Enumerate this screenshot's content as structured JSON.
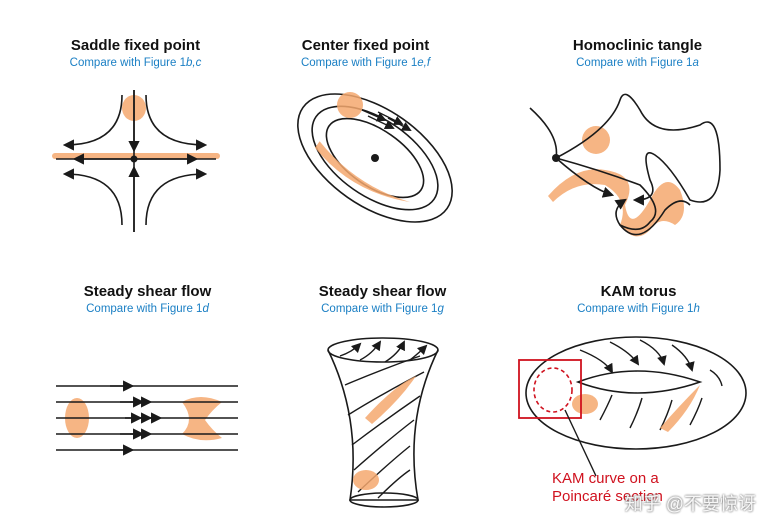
{
  "panels": [
    {
      "title": "Saddle fixed point",
      "compare_prefix": "Compare with Figure 1",
      "compare_ref": "b,c"
    },
    {
      "title": "Center fixed point",
      "compare_prefix": "Compare with Figure 1",
      "compare_ref": "e,f"
    },
    {
      "title": "Homoclinic tangle",
      "compare_prefix": "Compare with Figure 1",
      "compare_ref": "a"
    },
    {
      "title": "Steady shear flow",
      "compare_prefix": "Compare with Figure 1",
      "compare_ref": "d"
    },
    {
      "title": "Steady shear flow",
      "compare_prefix": "Compare with Figure 1",
      "compare_ref": "g"
    },
    {
      "title": "KAM torus",
      "compare_prefix": "Compare with Figure 1",
      "compare_ref": "h"
    }
  ],
  "kam_note": {
    "line1": "KAM curve on a",
    "line2": "Poincaré section"
  },
  "watermark": "知乎 @不要惊讶",
  "colors": {
    "blob": "#f5a86e",
    "line": "#1a1a1a",
    "accent_blue": "#1a7fc4",
    "accent_red": "#d0121f"
  }
}
